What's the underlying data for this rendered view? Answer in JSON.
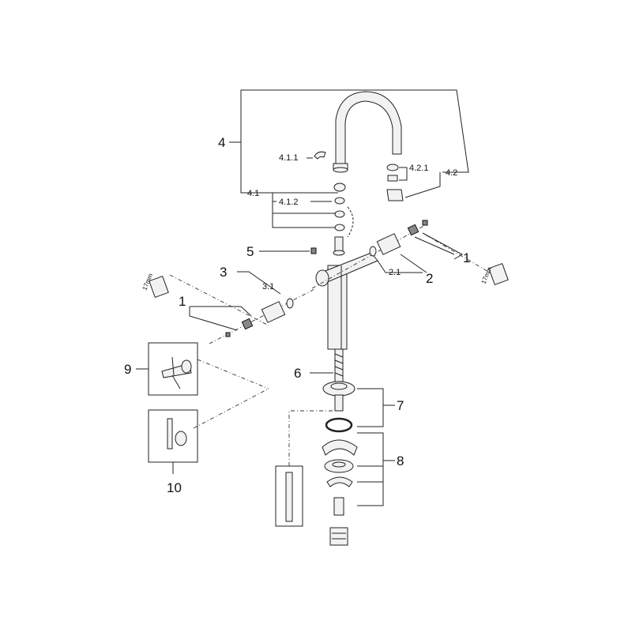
{
  "labels": {
    "l4": "4",
    "l4_1": "4.1",
    "l4_1_1": "4.1.1",
    "l4_1_2": "4.1.2",
    "l4_2": "4.2",
    "l4_2_1": "4.2.1",
    "l5": "5",
    "l1_right": "1",
    "l2": "2",
    "l2_1": "2.1",
    "l3": "3",
    "l3_1": "3.1",
    "l1_left": "1",
    "l6": "6",
    "l7": "7",
    "l8": "8",
    "l9": "9",
    "l10": "10",
    "wrench_left": "17mm",
    "wrench_right": "17mm"
  }
}
